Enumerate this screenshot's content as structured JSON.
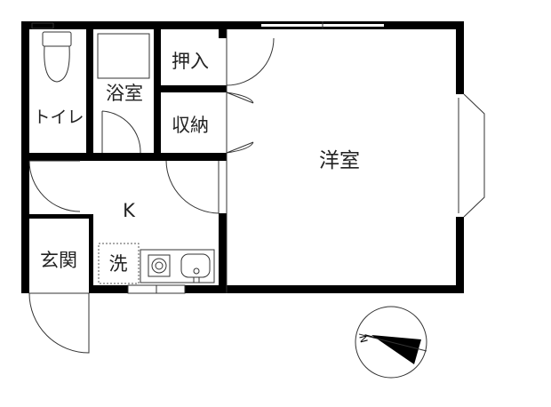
{
  "floorplan": {
    "rooms": {
      "toilet": "トイレ",
      "bathroom": "浴室",
      "closet_oshiire": "押入",
      "storage": "収納",
      "western_room": "洋室",
      "kitchen": "K",
      "entrance": "玄関",
      "washer_space": "洗"
    },
    "compass": {
      "north_label": "N"
    },
    "colors": {
      "wall": "#000000",
      "line": "#333333",
      "background": "#ffffff"
    }
  }
}
